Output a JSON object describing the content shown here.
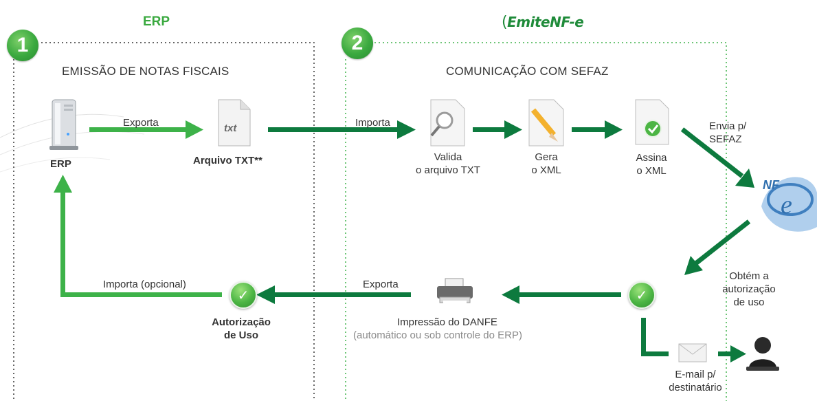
{
  "header": {
    "erp_title": "ERP",
    "logo_part1": "Emite",
    "logo_part2": "NF-e"
  },
  "sections": [
    {
      "number": "1",
      "title": "EMISSÃO DE NOTAS FISCAIS"
    },
    {
      "number": "2",
      "title": "COMUNICAÇÃO COM SEFAZ"
    }
  ],
  "nodes": {
    "erp": "ERP",
    "arquivo_txt": "Arquivo TXT**",
    "txt_file_text": "txt",
    "valida_line1": "Valida",
    "valida_line2": "o arquivo TXT",
    "gera_line1": "Gera",
    "gera_line2": "o XML",
    "assina_line1": "Assina",
    "assina_line2": "o XML",
    "autorizacao_line1": "Autorização",
    "autorizacao_line2": "de Uso",
    "impressao": "Impressão do DANFE",
    "impressao_note": "(automático ou sob controle do ERP)",
    "email_line1": "E-mail p/",
    "email_line2": "destinatário"
  },
  "edges": {
    "exporta_top": "Exporta",
    "importa_top": "Importa",
    "envia_line1": "Envia p/",
    "envia_line2": "SEFAZ",
    "obtem_line1": "Obtém a",
    "obtem_line2": "autorização",
    "obtem_line3": "de uso",
    "exporta_bottom": "Exporta",
    "importa_opcional": "Importa (opcional)"
  },
  "colors": {
    "light_green": "#3db249",
    "dark_green": "#0d7a3e",
    "border_dark": "#333333",
    "border_green": "#3db249"
  },
  "icons": [
    "server-icon",
    "txt-file-icon",
    "magnifier-file-icon",
    "pencil-file-icon",
    "checked-file-icon",
    "nfe-logo-icon",
    "check-icon",
    "printer-icon",
    "envelope-icon",
    "person-icon"
  ]
}
